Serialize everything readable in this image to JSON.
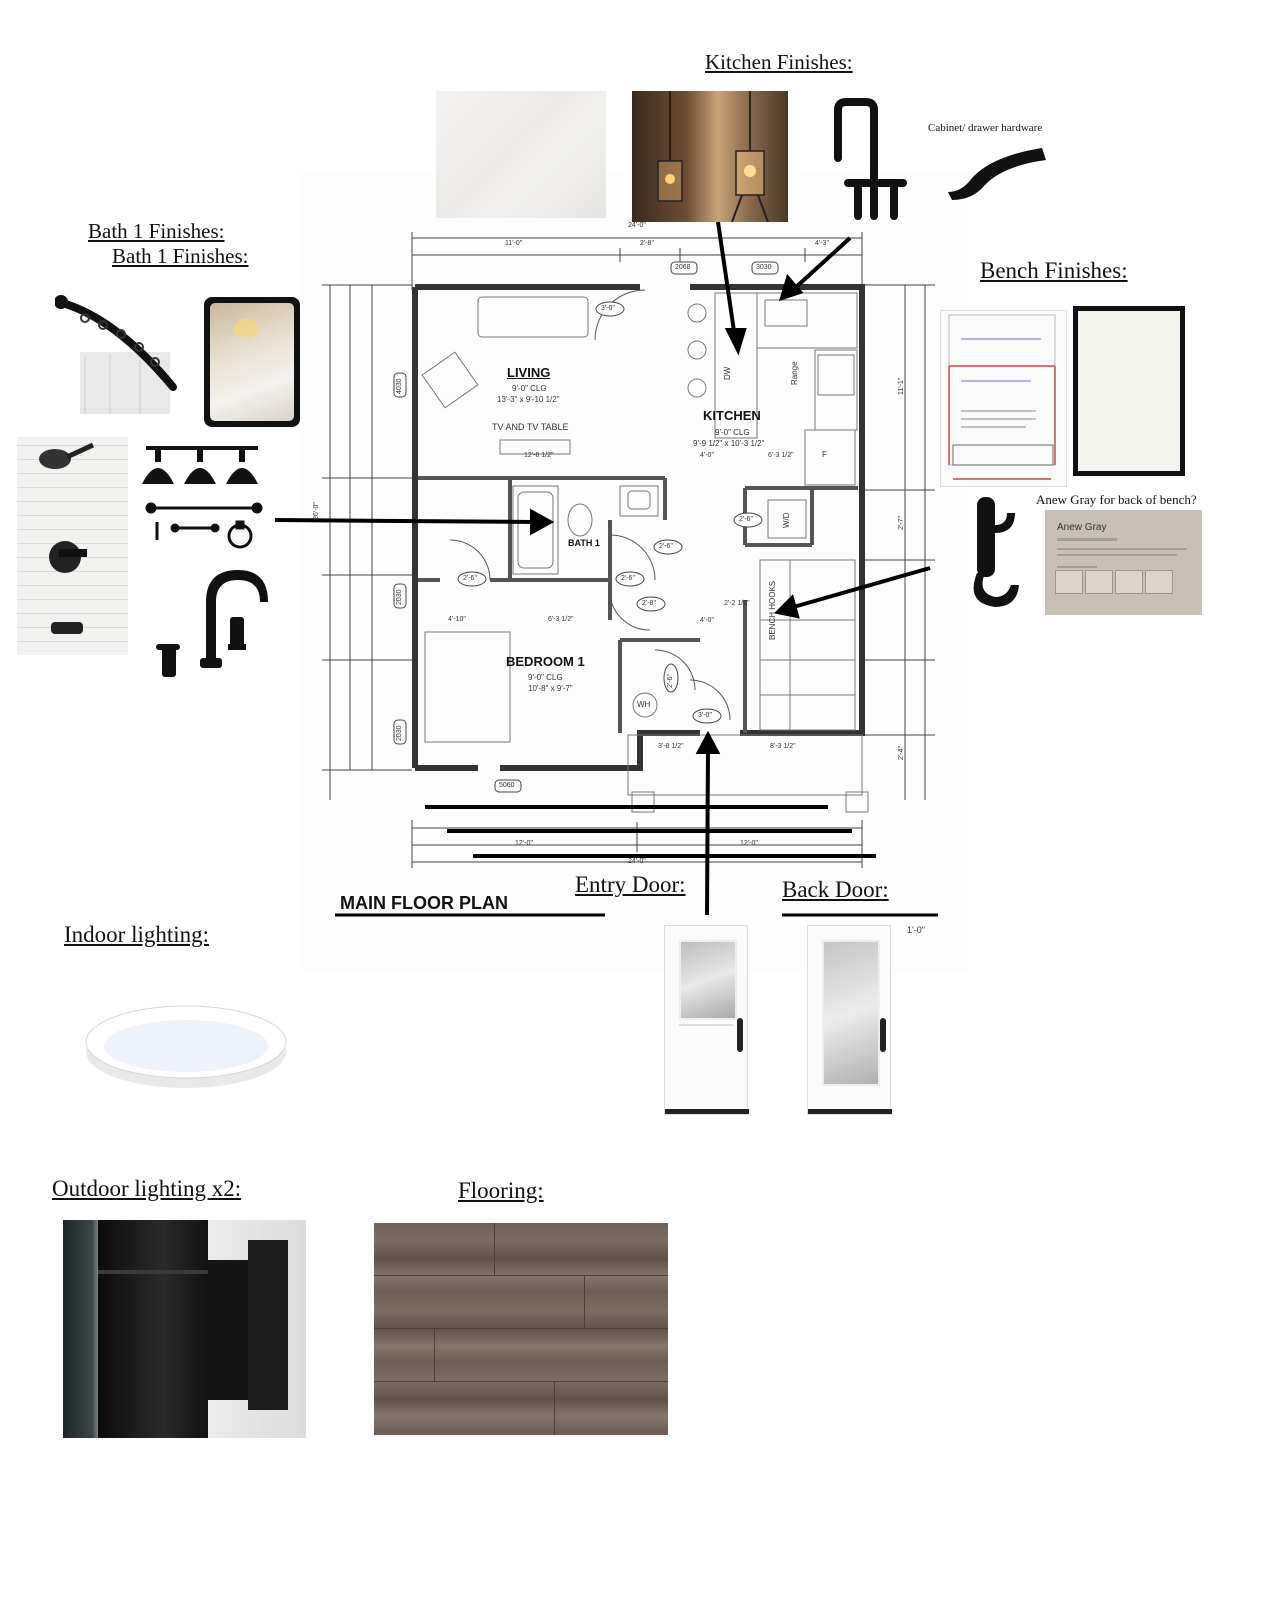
{
  "headings": {
    "kitchen": "Kitchen Finishes:",
    "bath_a": "Bath 1 Finishes:",
    "bath_b": "Bath 1 Finishes:",
    "bench": "Bench Finishes:",
    "entry_door": "Entry Door:",
    "back_door": "Back Door:",
    "indoor_lighting": "Indoor lighting:",
    "outdoor_lighting": "Outdoor lighting x2:",
    "flooring": "Flooring:"
  },
  "captions": {
    "hardware": "Cabinet/ drawer hardware",
    "anew_gray_question": "Anew Gray for back of bench?"
  },
  "paint_card": {
    "name": "Anew Gray"
  },
  "floor_plan": {
    "title": "MAIN FLOOR PLAN",
    "scale_note": "1'-0\"",
    "rooms": {
      "living": {
        "name": "LIVING",
        "ceiling": "9'-0\" CLG",
        "size": "13'-3\" x 9'-10 1/2\"",
        "note": "TV AND TV TABLE"
      },
      "kitchen": {
        "name": "KITCHEN",
        "ceiling": "9'-0\" CLG",
        "size": "9'-9 1/2\" x 10'-3 1/2\""
      },
      "bath": {
        "name": "BATH 1"
      },
      "bedroom": {
        "name": "BEDROOM 1",
        "ceiling": "9'-0\" CLG",
        "size": "10'-8\" x 9'-7\""
      }
    },
    "labels": {
      "dw": "DW",
      "range": "Range",
      "wd": "W/D",
      "wh": "WH",
      "bench_hooks": "BENCH HOOKS",
      "f": "F"
    },
    "dimensions": {
      "top_total": "24'-0\"",
      "top_a": "11'-0\"",
      "top_b": "2'-8\"",
      "top_c": "4'-3\"",
      "left_total": "26'-0\"",
      "bottom_a": "12'-0\"",
      "bottom_b": "12'-0\"",
      "bottom_total": "24'-0\"",
      "right_a": "11'-1\"",
      "right_b": "2'-7\"",
      "right_c": "2'-4\"",
      "tv": "12'-8 1/2\"",
      "kitch_a": "4'-0\"",
      "kitch_b": "6'-3 1/2\"",
      "hall_a": "2'-2 1/2\"",
      "hall_b": "4'-0\"",
      "bed_a": "4'-10\"",
      "bed_b": "6'-3 1/2\"",
      "porch_a": "3'-8 1/2\"",
      "porch_b": "8'-3 1/2\""
    },
    "windows": {
      "w_top1": "2068",
      "w_top2": "3030",
      "w_left1": "4030",
      "w_left2": "2030",
      "w_left3": "2030",
      "w_bot": "5060"
    },
    "doors": {
      "d1": "3'-0\"",
      "d2": "2'-6\"",
      "d3": "2'-6\"",
      "d4": "2'-6\"",
      "d5": "2'-6\"",
      "d6": "2'-8\"",
      "d7": "3'-0\"",
      "d8": "2'-6\""
    }
  }
}
